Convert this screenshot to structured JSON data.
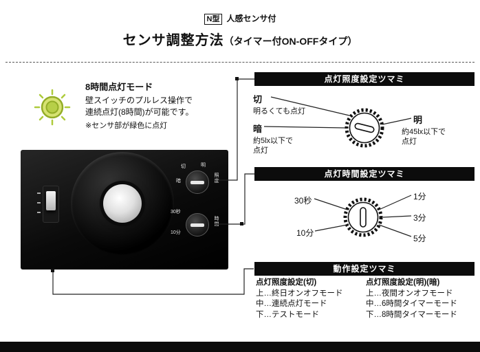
{
  "colors": {
    "ink": "#111111",
    "bar_bg": "#0c0c0c",
    "sensor_green": "#aecb3c"
  },
  "header": {
    "model_badge": "N型",
    "model_label": "人感センサ付",
    "title": "センサ調整方法",
    "subtitle": "（タイマー付ON-OFFタイプ）"
  },
  "mode_note": {
    "title": "8時間点灯モード",
    "line1": "壁スイッチのプルレス操作で",
    "line2": "連続点灯(8時間)が可能です。",
    "note": "※センサ部が緑色に点灯"
  },
  "device": {
    "knob_illuminance": {
      "off": "切",
      "bright": "明",
      "dark": "暗",
      "axis": "照度"
    },
    "knob_time": {
      "t30s": "30秒",
      "t10m": "10分",
      "axis": "時間"
    }
  },
  "sections": {
    "illuminance": {
      "header": "点灯照度設定ツマミ",
      "off_label": "切",
      "off_desc": "明るくても点灯",
      "dark_label": "暗",
      "dark_desc1": "約5lx以下で",
      "dark_desc2": "点灯",
      "bright_label": "明",
      "bright_desc1": "約45lx以下で",
      "bright_desc2": "点灯"
    },
    "time": {
      "header": "点灯時間設定ツマミ",
      "t30s": "30秒",
      "t10m": "10分",
      "t1m": "1分",
      "t3m": "3分",
      "t5m": "5分"
    },
    "operation": {
      "header": "動作設定ツマミ",
      "col1_title": "点灯照度設定(切)",
      "col1_rows": [
        "上…終日オンオフモード",
        "中…連続点灯モード",
        "下…テストモード"
      ],
      "col2_title": "点灯照度設定(明)(暗)",
      "col2_rows": [
        "上…夜間オンオフモード",
        "中…6時間タイマーモード",
        "下…8時間タイマーモード"
      ]
    }
  }
}
